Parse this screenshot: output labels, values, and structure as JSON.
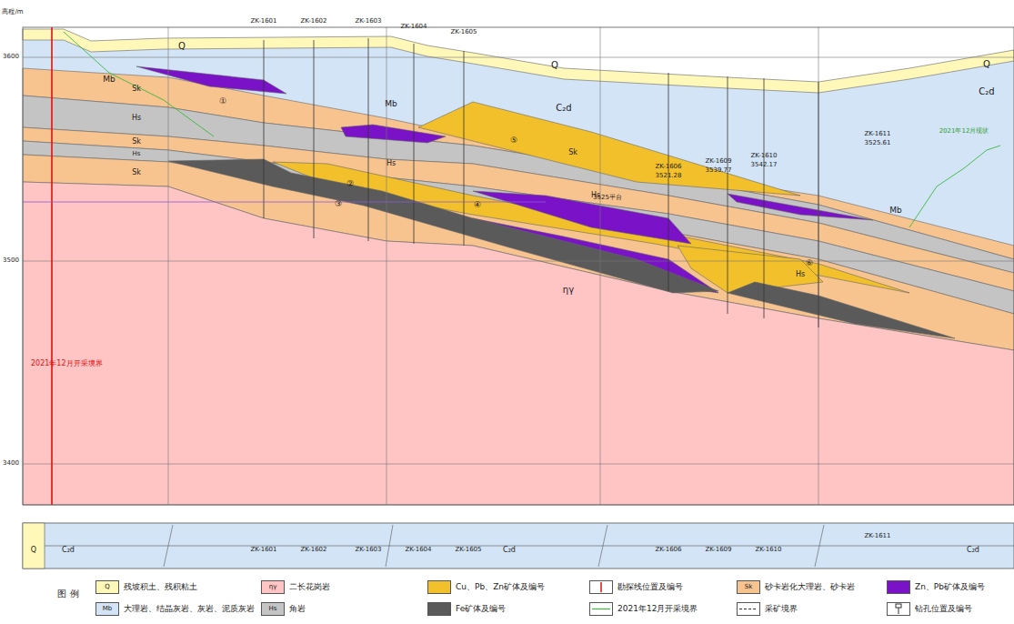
{
  "diagram": {
    "labels": [
      "高程/m",
      "3600",
      "3500",
      "3400",
      "Q",
      "Q",
      "Q",
      "C₂d",
      "C₂d",
      "Mb",
      "Mb",
      "Mb",
      "Sk",
      "Hs",
      "Sk",
      "Hs",
      "Sk",
      "Sk",
      "Hs",
      "Hs",
      "Hs",
      "①",
      "②",
      "③",
      "④",
      "⑤",
      "⑥",
      "ηγ",
      "ZK-1601",
      "ZK-1602",
      "ZK-1603",
      "ZK-1604",
      "ZK-1605",
      "ZK-1606",
      "3521.28",
      "ZK-1609",
      "3539.77",
      "ZK-1610",
      "3542.17",
      "ZK-1611",
      "3525.61",
      "3525平台",
      "2021年12月开采境界",
      "2021年12月现状",
      "Q",
      "C₂d",
      "ZK-1601",
      "ZK-1602",
      "ZK-1603",
      "ZK-1604",
      "ZK-1605",
      "C₂d",
      "ZK-1606",
      "ZK-1609",
      "ZK-1610",
      "ZK-1611",
      "C₂d",
      "图 例",
      "Q",
      "ηγ",
      "Sk",
      "Mb",
      "Hs"
    ],
    "legend": [
      {
        "text": "残坡积土、残积粘土",
        "color": "#fff8b8"
      },
      {
        "text": "二长花岗岩",
        "color": "#ffc4c4"
      },
      {
        "text": "Cu、Pb、Zn矿体及编号",
        "color": "#f2c02a"
      },
      {
        "text": "勘探线位置及编号"
      },
      {
        "text": "砂卡岩化大理岩、砂卡岩",
        "color": "#f7c38f"
      },
      {
        "text": "Zn、Pb矿体及编号",
        "color": "#7a12c8"
      },
      {
        "text": "大理岩、结晶灰岩、灰岩、泥质灰岩",
        "color": "#d2e4f6"
      },
      {
        "text": "角岩",
        "color": "#c4c4c4"
      },
      {
        "text": "Fe矿体及编号",
        "color": "#5a5a5a"
      },
      {
        "text": "2021年12月开采境界"
      },
      {
        "text": "采矿境界"
      },
      {
        "text": "钻孔位置及编号"
      }
    ]
  }
}
